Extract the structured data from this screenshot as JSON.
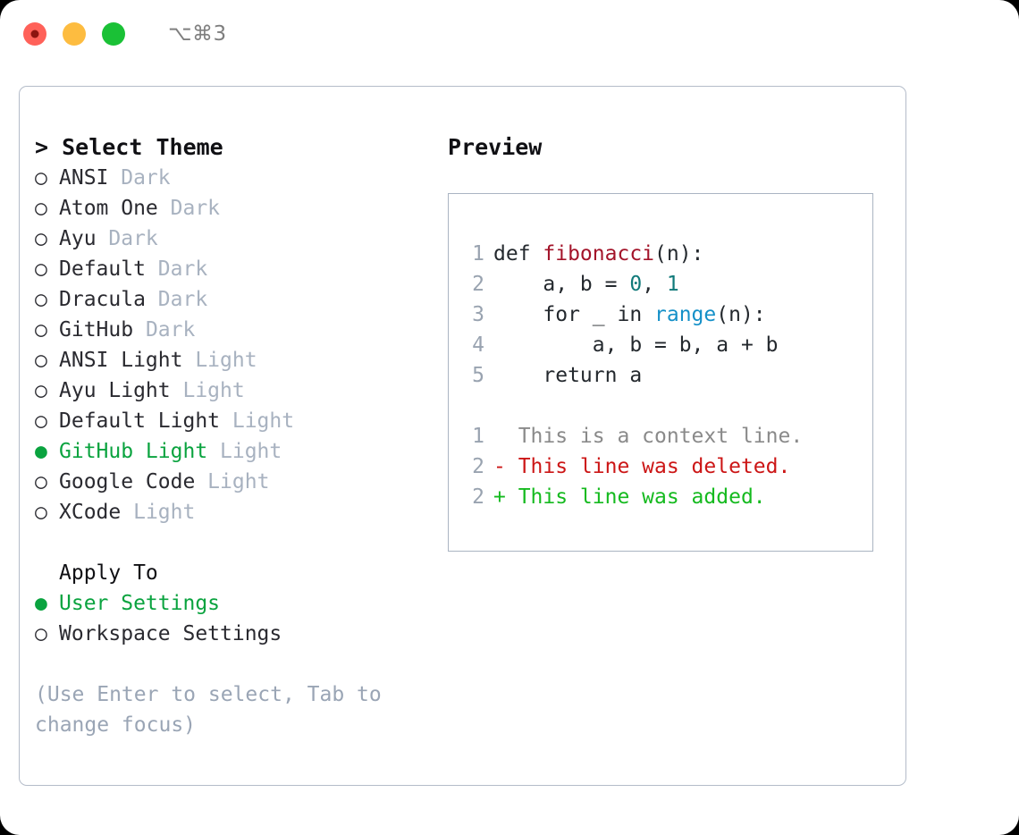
{
  "window": {
    "title": "⌥⌘3",
    "traffic_lights": [
      {
        "name": "close",
        "color": "#ff6159"
      },
      {
        "name": "minimize",
        "color": "#fdbc40"
      },
      {
        "name": "maximize",
        "color": "#1ac136"
      }
    ]
  },
  "theme_picker": {
    "header": "> Select Theme",
    "marker_unselected": "○",
    "marker_selected": "●",
    "accent_color": "#0aa33f",
    "options": [
      {
        "marker": "○",
        "label": "ANSI",
        "badge": "Dark",
        "selected": false
      },
      {
        "marker": "○",
        "label": "Atom One",
        "badge": "Dark",
        "selected": false
      },
      {
        "marker": "○",
        "label": "Ayu",
        "badge": "Dark",
        "selected": false
      },
      {
        "marker": "○",
        "label": "Default",
        "badge": "Dark",
        "selected": false
      },
      {
        "marker": "○",
        "label": "Dracula",
        "badge": "Dark",
        "selected": false
      },
      {
        "marker": "○",
        "label": "GitHub",
        "badge": "Dark",
        "selected": false
      },
      {
        "marker": "○",
        "label": "ANSI Light",
        "badge": "Light",
        "selected": false
      },
      {
        "marker": "○",
        "label": "Ayu Light",
        "badge": "Light",
        "selected": false
      },
      {
        "marker": "○",
        "label": "Default Light",
        "badge": "Light",
        "selected": false
      },
      {
        "marker": "●",
        "label": "GitHub Light",
        "badge": "Light",
        "selected": true
      },
      {
        "marker": "○",
        "label": "Google Code",
        "badge": "Light",
        "selected": false
      },
      {
        "marker": "○",
        "label": "XCode",
        "badge": "Light",
        "selected": false
      }
    ]
  },
  "apply_to": {
    "header": "Apply To",
    "options": [
      {
        "marker": "●",
        "label": "User Settings",
        "selected": true
      },
      {
        "marker": "○",
        "label": "Workspace Settings",
        "selected": false
      }
    ]
  },
  "hint": "(Use Enter to select, Tab to change focus)",
  "preview": {
    "title": "Preview",
    "code_lines": [
      {
        "num": "1",
        "segments": [
          {
            "text": "def ",
            "kind": "plain"
          },
          {
            "text": "fibonacci",
            "kind": "fn"
          },
          {
            "text": "(n):",
            "kind": "plain"
          }
        ]
      },
      {
        "num": "2",
        "segments": [
          {
            "text": "    a, b = ",
            "kind": "plain"
          },
          {
            "text": "0",
            "kind": "num"
          },
          {
            "text": ", ",
            "kind": "plain"
          },
          {
            "text": "1",
            "kind": "num"
          }
        ]
      },
      {
        "num": "3",
        "segments": [
          {
            "text": "    for _ in ",
            "kind": "plain"
          },
          {
            "text": "range",
            "kind": "call"
          },
          {
            "text": "(n):",
            "kind": "plain"
          }
        ]
      },
      {
        "num": "4",
        "segments": [
          {
            "text": "        a, b = b, a + b",
            "kind": "plain"
          }
        ]
      },
      {
        "num": "5",
        "segments": [
          {
            "text": "    return a",
            "kind": "plain"
          }
        ]
      }
    ],
    "diff_lines": [
      {
        "num": "1",
        "text": "  This is a context line.",
        "kind": "ctx"
      },
      {
        "num": "2",
        "text": "- This line was deleted.",
        "kind": "del"
      },
      {
        "num": "2",
        "text": "+ This line was added.",
        "kind": "add"
      }
    ],
    "colors": {
      "function": "#a3142a",
      "number": "#117a7a",
      "call": "#1590c8",
      "context": "#8a8a8a",
      "deleted": "#cc1616",
      "added": "#15ba1f",
      "line_number": "#99a3b0"
    }
  }
}
